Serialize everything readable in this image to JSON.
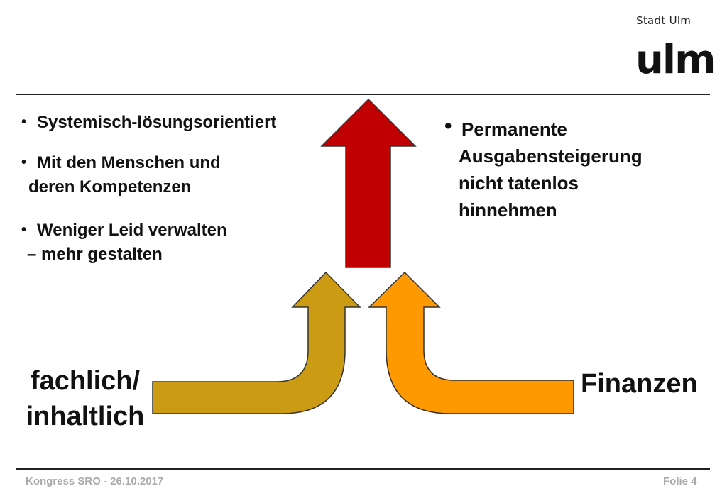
{
  "header": {
    "city_small": "Stadt Ulm",
    "city_logo": "ulm"
  },
  "left_bullets": [
    {
      "lines": [
        "Systemisch-lösungsorientiert"
      ]
    },
    {
      "lines": [
        "Mit den Menschen und",
        "deren Kompetenzen"
      ]
    },
    {
      "lines": [
        "Weniger Leid verwalten",
        "– mehr gestalten"
      ]
    }
  ],
  "right_block": {
    "bullet": "•",
    "lines": [
      "Permanente",
      "Ausgabensteigerung",
      "nicht tatenlos",
      "hinnehmen"
    ]
  },
  "labels": {
    "left_line1": "fachlich/",
    "left_line2": "inhaltlich",
    "right": "Finanzen"
  },
  "arrows": {
    "up_color": "#c00000",
    "left_color": "#cc9b14",
    "right_color": "#ff9900",
    "stroke_color": "#333333"
  },
  "footer": {
    "left": "Kongress SRO - 26.10.2017",
    "right": "Folie 4"
  }
}
